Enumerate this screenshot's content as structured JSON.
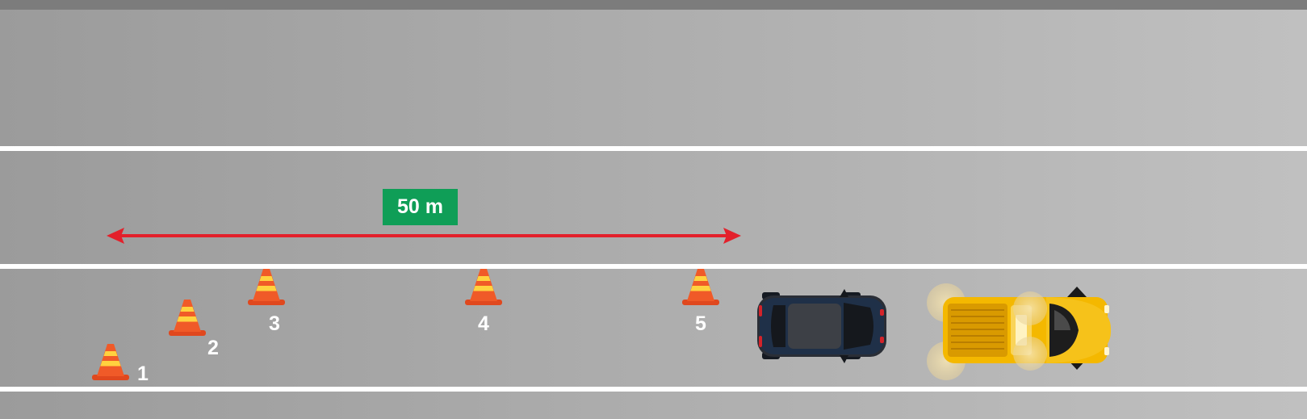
{
  "distance_label": "50 m",
  "cones": [
    {
      "number": "1"
    },
    {
      "number": "2"
    },
    {
      "number": "3"
    },
    {
      "number": "4"
    },
    {
      "number": "5"
    }
  ],
  "vehicles": [
    {
      "name": "dark-blue-car",
      "color": "#1f3048"
    },
    {
      "name": "yellow-pickup-truck",
      "color": "#f4b800"
    }
  ],
  "colors": {
    "road": "#a9a9a9",
    "lane_lines": "#ffffff",
    "arrow": "#e3202b",
    "label_bg": "#0f9e57",
    "cone": "#f05a28",
    "cone_stripe": "#ffd23f"
  }
}
